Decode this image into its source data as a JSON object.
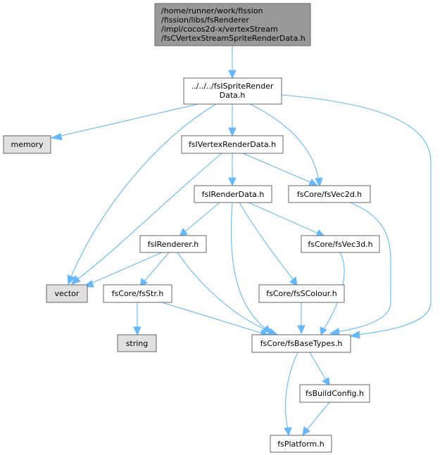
{
  "colors": {
    "root_fill": "#999999",
    "external_fill": "#e0e0e0",
    "node_fill": "#ffffff",
    "edge": "#63b8ff"
  },
  "nodes": {
    "root": {
      "lines": [
        "/home/runner/work/fission",
        "/fission/libs/fsRenderer",
        "/impl/cocos2d-x/vertexStream",
        "/fsCVertexStreamSpriteRenderData.h"
      ]
    },
    "sprite": {
      "lines": [
        "../../../fsISpriteRender",
        "Data.h"
      ]
    },
    "memory": {
      "lines": [
        "memory"
      ]
    },
    "vertex_render": {
      "lines": [
        "fsIVertexRenderData.h"
      ]
    },
    "render_data": {
      "lines": [
        "fsIRenderData.h"
      ]
    },
    "vec2d": {
      "lines": [
        "fsCore/fsVec2d.h"
      ]
    },
    "renderer": {
      "lines": [
        "fsIRenderer.h"
      ]
    },
    "vec3d": {
      "lines": [
        "fsCore/fsVec3d.h"
      ]
    },
    "vector": {
      "lines": [
        "vector"
      ]
    },
    "str": {
      "lines": [
        "fsCore/fsStr.h"
      ]
    },
    "scolour": {
      "lines": [
        "fsCore/fsSColour.h"
      ]
    },
    "string": {
      "lines": [
        "string"
      ]
    },
    "basetypes": {
      "lines": [
        "fsCore/fsBaseTypes.h"
      ]
    },
    "buildconfig": {
      "lines": [
        "fsBuildConfig.h"
      ]
    },
    "platform": {
      "lines": [
        "fsPlatform.h"
      ]
    }
  }
}
